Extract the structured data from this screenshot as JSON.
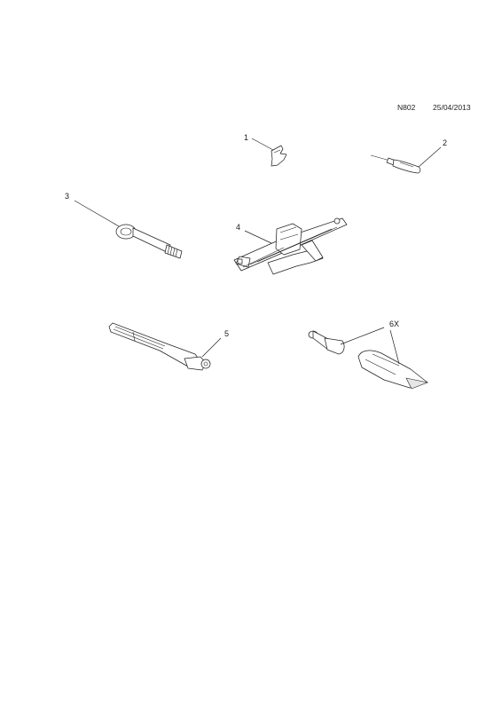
{
  "header": {
    "code": "N802",
    "date": "25/04/2013"
  },
  "parts": [
    {
      "callout": "1"
    },
    {
      "callout": "2"
    },
    {
      "callout": "3"
    },
    {
      "callout": "4"
    },
    {
      "callout": "5"
    },
    {
      "callout": "6X"
    }
  ]
}
